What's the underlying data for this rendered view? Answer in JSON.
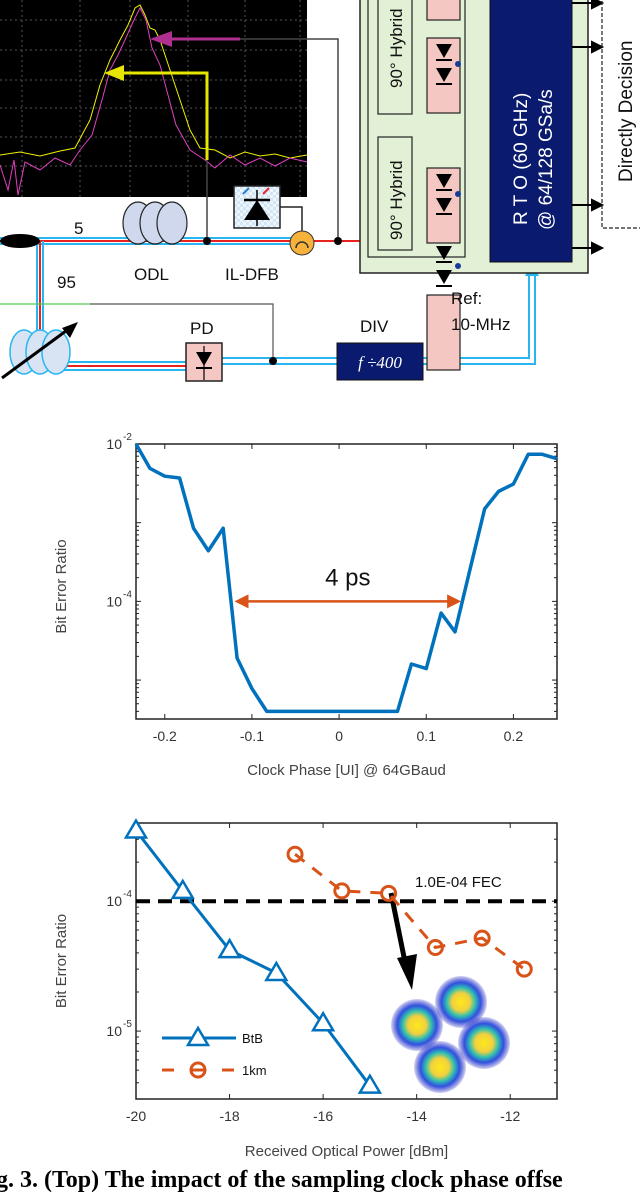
{
  "diagram": {
    "split_5": "5",
    "split_95": "95",
    "odl": "ODL",
    "il_dfb": "IL-DFB",
    "pd": "PD",
    "div": "DIV",
    "div_box": "f ÷400",
    "ref_line1": "Ref:",
    "ref_line2": "10-MHz",
    "hybrid_top": "90°  Hybrid",
    "hybrid_bottom": "90°  Hybrid",
    "rto_line1": "R T O (60 GHz)",
    "rto_line2": "@ 64/128 GSa/s",
    "decision": "Directly Decision",
    "colors": {
      "fiber_red": "#e8231f",
      "fiber_blue": "#29b6f0",
      "hybrid_bg": "#e2f0d6",
      "rto_bg": "#0a1a6e",
      "pd_bg": "#f4c7c3",
      "trace_yellow": "#f0f000",
      "trace_magenta": "#e040c0",
      "circulator": "#f7b23b"
    }
  },
  "chart_data": [
    {
      "type": "line",
      "xlabel": "Clock Phase [UI] @ 64GBaud",
      "ylabel": "Bit Error Ratio",
      "xlim": [
        -0.233,
        0.25
      ],
      "ylim": [
        3.2e-06,
        0.01
      ],
      "yscale": "log",
      "xticks": [
        "-0.2",
        "-0.1",
        "0",
        "0.1",
        "0.2"
      ],
      "xtick_values": [
        -0.2,
        -0.1,
        0,
        0.1,
        0.2
      ],
      "yticks": [
        {
          "base": "10",
          "exp": "-2",
          "value": 0.01
        },
        {
          "base": "10",
          "exp": "-4",
          "value": 0.0001
        }
      ],
      "color": "#0072bd",
      "x": [
        -0.233,
        -0.217,
        -0.2,
        -0.183,
        -0.167,
        -0.15,
        -0.133,
        -0.117,
        -0.1,
        -0.083,
        -0.067,
        -0.05,
        -0.033,
        -0.017,
        0,
        0.017,
        0.033,
        0.05,
        0.067,
        0.083,
        0.1,
        0.117,
        0.133,
        0.15,
        0.167,
        0.183,
        0.2,
        0.217,
        0.233,
        0.25
      ],
      "y": [
        0.01,
        0.0049,
        0.0039,
        0.0037,
        0.00085,
        0.00044,
        0.00085,
        1.9e-05,
        7.8e-06,
        4e-06,
        4e-06,
        4e-06,
        4e-06,
        4e-06,
        4e-06,
        4e-06,
        4e-06,
        4e-06,
        4e-06,
        1.6e-05,
        1.4e-05,
        7.1e-05,
        4.1e-05,
        0.00025,
        0.0015,
        0.0025,
        0.0031,
        0.0074,
        0.0074,
        0.0065
      ],
      "annotation": {
        "text": "4 ps",
        "x_from": -0.12,
        "x_to": 0.14,
        "y": 0.0001,
        "color": "#d95319"
      },
      "grid": false
    },
    {
      "type": "line",
      "xlabel": "Received Optical Power [dBm]",
      "ylabel": "Bit Error Ratio",
      "xlim": [
        -20,
        -11
      ],
      "ylim": [
        3e-06,
        0.0004
      ],
      "yscale": "log",
      "xticks": [
        "-20",
        "-18",
        "-16",
        "-14",
        "-12"
      ],
      "xtick_values": [
        -20,
        -18,
        -16,
        -14,
        -12
      ],
      "yticks": [
        {
          "base": "10",
          "exp": "-4",
          "value": 0.0001
        },
        {
          "base": "10",
          "exp": "-5",
          "value": 1e-05
        }
      ],
      "series": [
        {
          "name": "BtB",
          "color": "#0072bd",
          "marker": "triangle",
          "dash": false,
          "x": [
            -20,
            -19,
            -18,
            -17,
            -16,
            -15
          ],
          "y": [
            0.00035,
            0.00012,
            4.2e-05,
            2.8e-05,
            1.15e-05,
            3.8e-06
          ]
        },
        {
          "name": "1km",
          "color": "#d95319",
          "marker": "circle",
          "dash": true,
          "x": [
            -16.6,
            -15.6,
            -14.6,
            -13.6,
            -12.6,
            -11.7
          ],
          "y": [
            0.00023,
            0.00012,
            0.000115,
            4.4e-05,
            5.2e-05,
            3e-05
          ]
        }
      ],
      "threshold": {
        "label": "1.0E-04 FEC",
        "y": 0.0001,
        "color": "#000000"
      },
      "legend": "bottom-left",
      "grid": false
    }
  ],
  "caption": "g. 3. (Top) The impact of the sampling clock phase offse"
}
